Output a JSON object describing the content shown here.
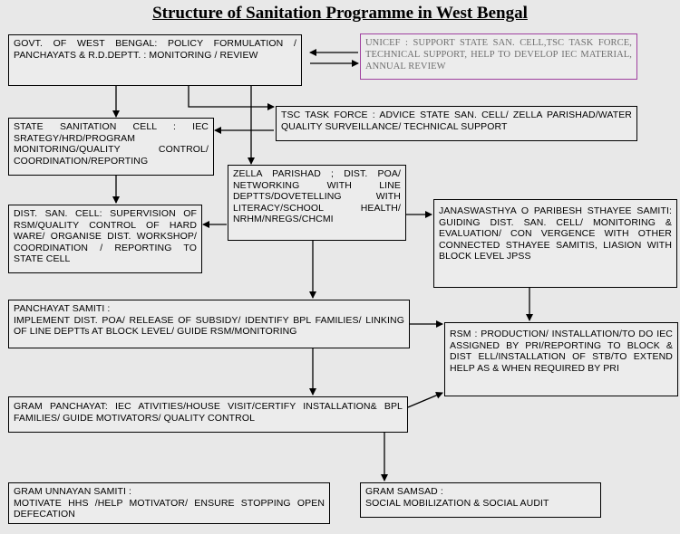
{
  "title": "Structure of Sanitation Programme in West Bengal",
  "boxes": {
    "govt": "GOVT. OF WEST BENGAL: POLICY FORMULATION / PANCHAYATS & R.D.DEPTT. : MONITORING / REVIEW",
    "unicef": "UNICEF : SUPPORT STATE SAN. CELL,TSC TASK FORCE, TECHNICAL SUPPORT, HELP TO DEVELOP IEC MATERIAL, ANNUAL REVIEW",
    "tsc_task_force": "TSC TASK FORCE : ADVICE STATE SAN. CELL/ ZELLA PARISHAD/WATER QUALITY SURVEILLANCE/ TECHNICAL SUPPORT",
    "state_san_cell": "STATE SANITATION CELL : IEC SRATEGY/HRD/PROGRAM MONITORING/QUALITY CONTROL/ COORDINATION/REPORTING",
    "zella_parishad": "ZELLA PARISHAD ; DIST. POA/ NETWORKING WITH LINE DEPTTS/DOVETELLING WITH LITERACY/SCHOOL HEALTH/ NRHM/NREGS/CHCMI",
    "dist_san_cell": "DIST. SAN. CELL: SUPERVISION OF RSM/QUALITY CONTROL OF HARD WARE/ ORGANISE DIST. WORKSHOP/ COORDINATION / REPORTING TO STATE CELL",
    "janaswasthya": "JANASWASTHYA O PARIBESH STHAYEE SAMITI: GUIDING DIST. SAN. CELL/ MONITORING & EVALUATION/ CON VERGENCE WITH OTHER CONNECTED STHAYEE SAMITIS, LIASION WITH BLOCK LEVEL JPSS",
    "panchayat_samiti_title": "PANCHAYAT SAMITI :",
    "panchayat_samiti": "IMPLEMENT DIST. POA/ RELEASE OF SUBSIDY/ IDENTIFY BPL FAMILIES/ LINKING OF LINE DEPTTs AT BLOCK LEVEL/ GUIDE RSM/MONITORING",
    "rsm": "RSM : PRODUCTION/ INSTALLATION/TO DO IEC ASSIGNED BY PRI/REPORTING TO BLOCK & DIST ELL/INSTALLATION OF STB/TO EXTEND HELP AS & WHEN REQUIRED BY PRI",
    "gram_panchayat": "GRAM PANCHAYAT: IEC ATIVITIES/HOUSE VISIT/CERTIFY INSTALLATION& BPL FAMILIES/ GUIDE MOTIVATORS/ QUALITY CONTROL",
    "gram_unnayan_title": "GRAM UNNAYAN SAMITI :",
    "gram_unnayan": "MOTIVATE HHS /HELP MOTIVATOR/ ENSURE STOPPING OPEN DEFECATION",
    "gram_samsad_title": "GRAM SAMSAD :",
    "gram_samsad": "SOCIAL MOBILIZATION & SOCIAL AUDIT"
  }
}
